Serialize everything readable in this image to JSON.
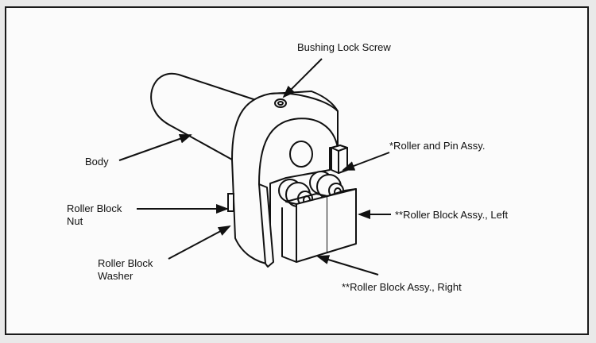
{
  "diagram": {
    "subject": "roller block assembly",
    "labels": {
      "bushing_lock_screw": "Bushing Lock Screw",
      "body": "Body",
      "roller_and_pin": "*Roller and Pin Assy.",
      "roller_block_nut_line1": "Roller Block",
      "roller_block_nut_line2": "Nut",
      "roller_block_left": "**Roller Block Assy., Left",
      "roller_block_washer_line1": "Roller Block",
      "roller_block_washer_line2": "Washer",
      "roller_block_right": "**Roller Block Assy., Right"
    }
  }
}
